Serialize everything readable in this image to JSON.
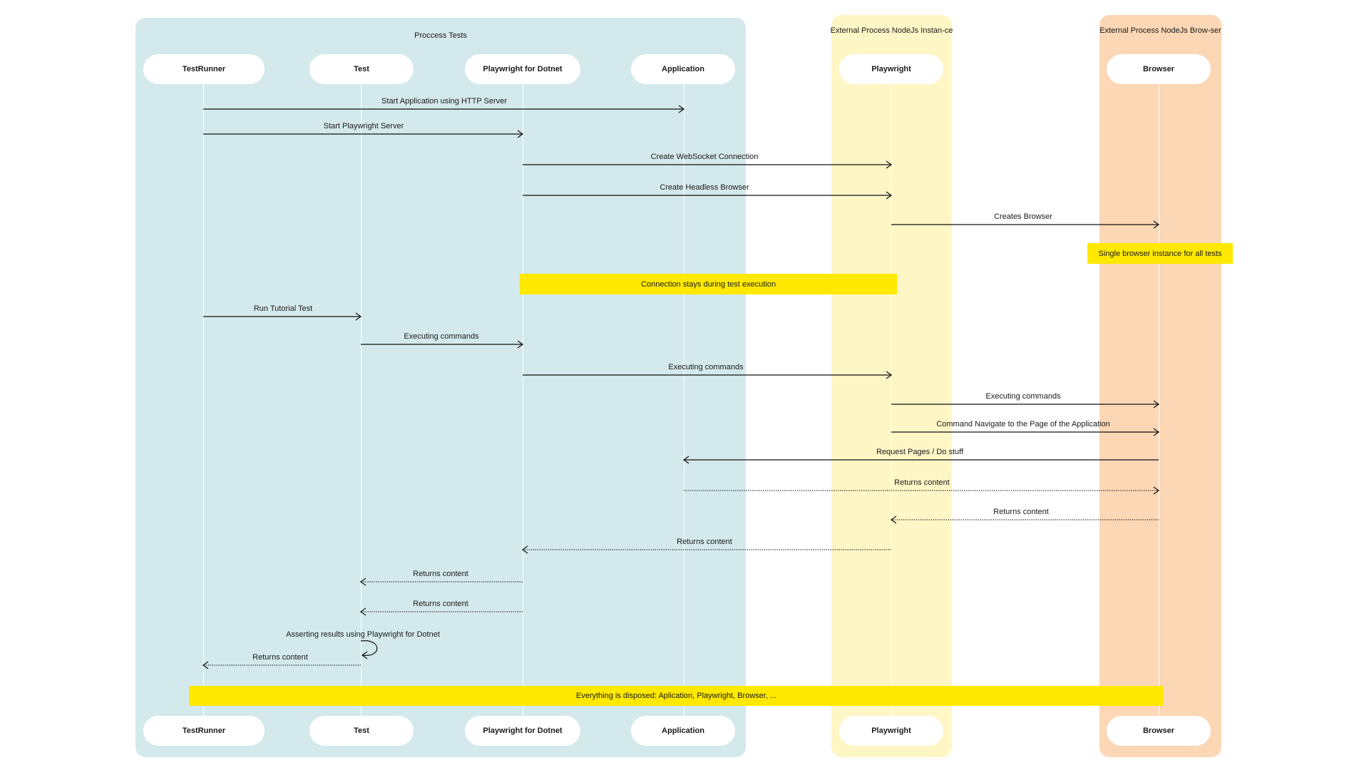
{
  "colors": {
    "process_tests": "#d4e9eb",
    "nodejs_instance": "#fff6c6",
    "nodejs_browser": "#fbd7b5",
    "note": "#ffe900",
    "line": "#111111"
  },
  "groups": [
    {
      "id": "process_tests",
      "title": "Proccess Tests"
    },
    {
      "id": "nodejs_instance",
      "title": "External Process NodeJs Instan-ce"
    },
    {
      "id": "nodejs_browser",
      "title": "External Process NodeJs Brow-ser"
    }
  ],
  "actors": [
    {
      "id": "testrunner",
      "label": "TestRunner"
    },
    {
      "id": "test",
      "label": "Test"
    },
    {
      "id": "pwdotnet",
      "label": "Playwright for Dotnet"
    },
    {
      "id": "application",
      "label": "Application"
    },
    {
      "id": "playwright",
      "label": "Playwright"
    },
    {
      "id": "browser",
      "label": "Browser"
    }
  ],
  "messages": [
    {
      "from": "testrunner",
      "to": "application",
      "label": "Start Application using HTTP Server",
      "style": "solid"
    },
    {
      "from": "testrunner",
      "to": "pwdotnet",
      "label": "Start Playwright Server",
      "style": "solid"
    },
    {
      "from": "pwdotnet",
      "to": "playwright",
      "label": "Create WebSocket Connection",
      "style": "solid"
    },
    {
      "from": "pwdotnet",
      "to": "playwright",
      "label": "Create Headless Browser",
      "style": "solid"
    },
    {
      "from": "playwright",
      "to": "browser",
      "label": "Creates Browser",
      "style": "solid"
    },
    {
      "from": "testrunner",
      "to": "test",
      "label": "Run Tutorial Test",
      "style": "solid"
    },
    {
      "from": "test",
      "to": "pwdotnet",
      "label": "Executing commands",
      "style": "solid"
    },
    {
      "from": "pwdotnet",
      "to": "playwright",
      "label": "Executing commands",
      "style": "solid"
    },
    {
      "from": "playwright",
      "to": "browser",
      "label": "Executing commands",
      "style": "solid"
    },
    {
      "from": "playwright",
      "to": "browser",
      "label": "Command Navigate to the Page of the Application",
      "style": "solid"
    },
    {
      "from": "browser",
      "to": "application",
      "label": "Request Pages / Do stuff",
      "style": "solid"
    },
    {
      "from": "application",
      "to": "browser",
      "label": "Returns content",
      "style": "dotted"
    },
    {
      "from": "browser",
      "to": "playwright",
      "label": "Returns content",
      "style": "dotted"
    },
    {
      "from": "playwright",
      "to": "pwdotnet",
      "label": "Returns content",
      "style": "dotted"
    },
    {
      "from": "pwdotnet",
      "to": "test",
      "label": "Returns content",
      "style": "dotted"
    },
    {
      "from": "pwdotnet",
      "to": "test",
      "label": "Returns content",
      "style": "dotted"
    },
    {
      "from": "test",
      "to": "test",
      "label": "Asserting results using Playwright for Dotnet",
      "style": "solid"
    },
    {
      "from": "test",
      "to": "testrunner",
      "label": "Returns content",
      "style": "dotted"
    }
  ],
  "notes": [
    {
      "label": "Single browser instance for all tests"
    },
    {
      "label": "Connection stays during test execution"
    },
    {
      "label": "Everything is disposed: Aplication, Playwright, Browser, ..."
    }
  ]
}
